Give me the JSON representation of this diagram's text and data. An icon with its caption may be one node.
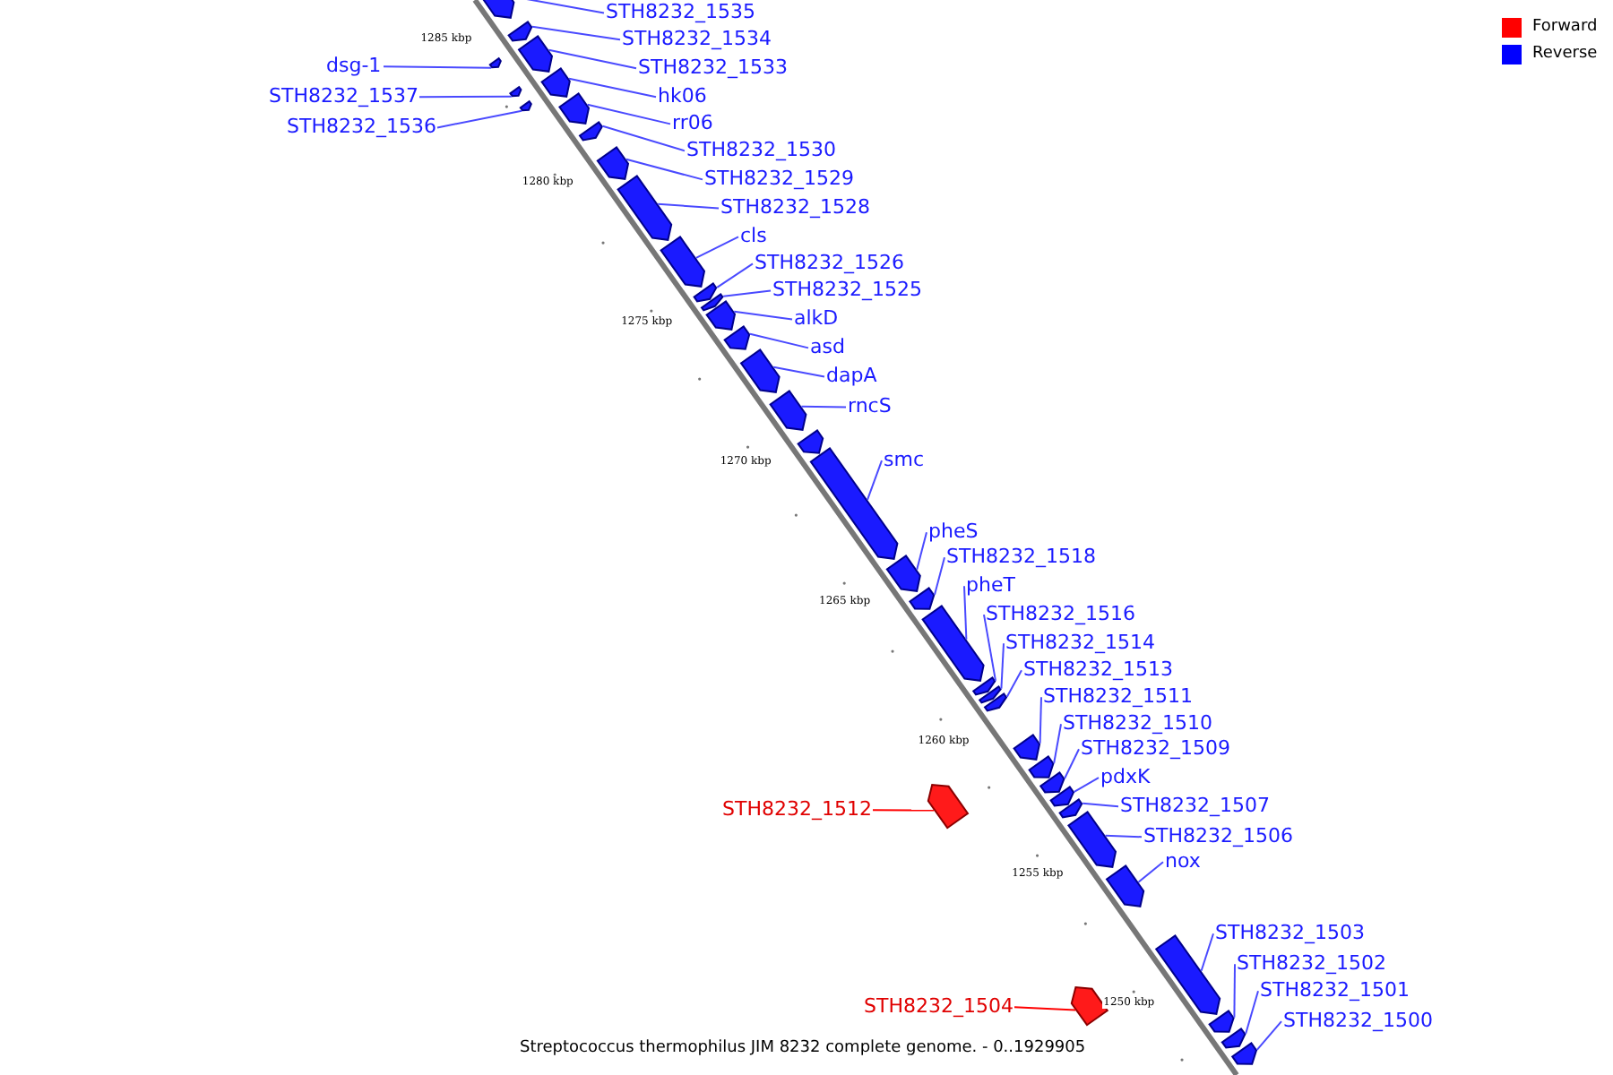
{
  "diagram": {
    "caption": "Streptococcus thermophilus JIM 8232 complete genome. - 0..1929905",
    "nodes": [
      {
        "text": [
          "STH8232_1535"
        ]
      },
      {
        "text": [
          "STH8232_1534"
        ]
      },
      {
        "text": [
          "dsg-1"
        ]
      },
      {
        "text": [
          "STH8232_1533"
        ]
      },
      {
        "text": [
          "STH8232_1537"
        ]
      },
      {
        "text": [
          "hk06"
        ]
      },
      {
        "text": [
          "STH8232_1536"
        ]
      },
      {
        "text": [
          "rr06"
        ]
      },
      {
        "text": [
          "STH8232_1530"
        ]
      },
      {
        "text": [
          "STH8232_1529"
        ]
      },
      {
        "text": [
          "STH8232_1528"
        ]
      },
      {
        "text": [
          "cls"
        ]
      },
      {
        "text": [
          "STH8232_1526"
        ]
      },
      {
        "text": [
          "STH8232_1525"
        ]
      },
      {
        "text": [
          "alkD"
        ]
      },
      {
        "text": [
          "asd"
        ]
      },
      {
        "text": [
          "dapA"
        ]
      },
      {
        "text": [
          "rncS"
        ]
      },
      {
        "text": [
          "smc"
        ]
      },
      {
        "text": [
          "pheS"
        ]
      },
      {
        "text": [
          "STH8232_1518"
        ]
      },
      {
        "text": [
          "pheT"
        ]
      },
      {
        "text": [
          "STH8232_1516"
        ]
      },
      {
        "text": [
          "STH8232_1514"
        ]
      },
      {
        "text": [
          "STH8232_1513"
        ]
      },
      {
        "text": [
          "STH8232_1511"
        ]
      },
      {
        "text": [
          "STH8232_1510"
        ]
      },
      {
        "text": [
          "STH8232_1509"
        ]
      },
      {
        "text": [
          "pdxK"
        ]
      },
      {
        "text": [
          "STH8232_1507"
        ]
      },
      {
        "text": [
          "STH8232_1512"
        ]
      },
      {
        "text": [
          "STH8232_1506"
        ]
      },
      {
        "text": [
          "nox"
        ]
      },
      {
        "text": [
          "STH8232_1503"
        ]
      },
      {
        "text": [
          "STH8232_1502"
        ]
      },
      {
        "text": [
          "STH8232_1501"
        ]
      },
      {
        "text": [
          "STH8232_1504"
        ]
      },
      {
        "text": [
          "STH8232_1500"
        ]
      },
      {
        "text": [],
        "shape": "arrow"
      },
      {
        "text": [],
        "shape": "arrow"
      },
      {
        "text": [],
        "shape": "arrow"
      },
      {
        "text": [],
        "shape": "arrow"
      },
      {
        "text": [],
        "shape": "arrow"
      },
      {
        "text": [],
        "shape": "arrow"
      },
      {
        "text": [],
        "shape": "arrow"
      },
      {
        "text": [],
        "shape": "arrow"
      },
      {
        "text": [],
        "shape": "arrow"
      },
      {
        "text": [],
        "shape": "arrow"
      },
      {
        "text": [],
        "shape": "arrow"
      },
      {
        "text": [],
        "shape": "arrow"
      },
      {
        "text": [],
        "shape": "arrow"
      },
      {
        "text": [],
        "shape": "arrow"
      },
      {
        "text": [],
        "shape": "arrow"
      },
      {
        "text": [],
        "shape": "arrow"
      },
      {
        "text": [],
        "shape": "arrow"
      },
      {
        "text": [],
        "shape": "arrow"
      },
      {
        "text": [],
        "shape": "arrow"
      },
      {
        "text": [],
        "shape": "arrow"
      },
      {
        "text": [],
        "shape": "arrow"
      },
      {
        "text": [],
        "shape": "arrow"
      },
      {
        "text": [],
        "shape": "arrow"
      },
      {
        "text": [],
        "shape": "arrow"
      },
      {
        "text": [],
        "shape": "arrow"
      },
      {
        "text": [],
        "shape": "arrow"
      },
      {
        "text": [],
        "shape": "arrow"
      },
      {
        "text": [],
        "shape": "arrow"
      },
      {
        "text": [],
        "shape": "arrow"
      },
      {
        "text": [],
        "shape": "arrow"
      },
      {
        "text": [],
        "shape": "arrow"
      },
      {
        "text": [],
        "shape": "arrow"
      },
      {
        "text": [],
        "shape": "arrow"
      },
      {
        "text": [],
        "shape": "arrow"
      },
      {
        "text": [],
        "shape": "arrow"
      },
      {
        "text": [],
        "shape": "arrow"
      },
      {
        "text": [],
        "shape": "arrow"
      },
      {
        "text": [],
        "shape": "arrow"
      },
      {
        "text": [],
        "shape": "arrow"
      }
    ],
    "edges": [
      {
        "from": 0,
        "to": 38,
        "arrow": "none"
      },
      {
        "from": 1,
        "to": 39,
        "arrow": "none"
      },
      {
        "from": 2,
        "to": 40,
        "arrow": "none"
      },
      {
        "from": 3,
        "to": 41,
        "arrow": "none"
      },
      {
        "from": 4,
        "to": 42,
        "arrow": "none"
      },
      {
        "from": 5,
        "to": 43,
        "arrow": "none"
      },
      {
        "from": 6,
        "to": 44,
        "arrow": "none"
      },
      {
        "from": 7,
        "to": 45,
        "arrow": "none"
      },
      {
        "from": 8,
        "to": 46,
        "arrow": "none"
      },
      {
        "from": 9,
        "to": 47,
        "arrow": "none"
      },
      {
        "from": 10,
        "to": 48,
        "arrow": "none"
      },
      {
        "from": 11,
        "to": 49,
        "arrow": "none"
      },
      {
        "from": 12,
        "to": 50,
        "arrow": "none"
      },
      {
        "from": 13,
        "to": 51,
        "arrow": "none"
      },
      {
        "from": 14,
        "to": 52,
        "arrow": "none"
      },
      {
        "from": 15,
        "to": 53,
        "arrow": "none"
      },
      {
        "from": 16,
        "to": 54,
        "arrow": "none"
      },
      {
        "from": 17,
        "to": 55,
        "arrow": "none"
      },
      {
        "from": 18,
        "to": 56,
        "arrow": "none"
      },
      {
        "from": 19,
        "to": 57,
        "arrow": "none"
      },
      {
        "from": 20,
        "to": 58,
        "arrow": "none"
      },
      {
        "from": 21,
        "to": 59,
        "arrow": "none"
      },
      {
        "from": 22,
        "to": 60,
        "arrow": "none"
      },
      {
        "from": 23,
        "to": 61,
        "arrow": "none"
      },
      {
        "from": 24,
        "to": 62,
        "arrow": "none"
      },
      {
        "from": 25,
        "to": 63,
        "arrow": "none"
      },
      {
        "from": 26,
        "to": 64,
        "arrow": "none"
      },
      {
        "from": 27,
        "to": 65,
        "arrow": "none"
      },
      {
        "from": 28,
        "to": 66,
        "arrow": "none"
      },
      {
        "from": 29,
        "to": 67,
        "arrow": "none"
      },
      {
        "from": 30,
        "to": 68,
        "arrow": "none",
        "color": "#ff0000"
      },
      {
        "from": 31,
        "to": 69,
        "arrow": "none"
      },
      {
        "from": 32,
        "to": 70,
        "arrow": "none"
      },
      {
        "from": 33,
        "to": 71,
        "arrow": "none"
      },
      {
        "from": 34,
        "to": 72,
        "arrow": "none"
      },
      {
        "from": 35,
        "to": 73,
        "arrow": "none"
      },
      {
        "from": 36,
        "to": 74,
        "arrow": "none",
        "color": "#ff0000"
      },
      {
        "from": 37,
        "to": 75,
        "arrow": "none"
      }
    ],
    "labels": [
      "1285 kbp",
      "1280 kbp",
      "1275 kbp",
      "1270 kbp",
      "1265 kbp",
      "1260 kbp",
      "1255 kbp",
      "1250 kbp"
    ],
    "legend": [
      {
        "text": "Forward",
        "color": "#ff0000"
      },
      {
        "text": "Reverse",
        "color": "#0000ff"
      }
    ]
  }
}
